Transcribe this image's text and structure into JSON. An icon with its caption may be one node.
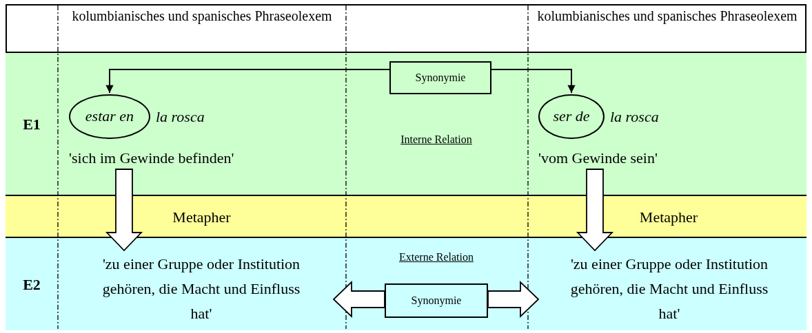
{
  "diagram": {
    "nodes": [
      {
        "text": [
          "E1"
        ]
      },
      {
        "text": [
          "estar en"
        ],
        "in": 0,
        "beside": [
          "la rosca"
        ]
      },
      {
        "text": [
          "'sich im Gewinde befinden'"
        ],
        "in": 0
      },
      {
        "text": [
          "Synonymie"
        ],
        "in": 0
      },
      {
        "text": [
          "ser de"
        ],
        "in": 0,
        "beside": [
          "la rosca"
        ]
      },
      {
        "text": [
          "'vom Gewinde sein'"
        ],
        "in": 0
      },
      {
        "text": [
          "Metapher",
          "Metapher"
        ]
      },
      {
        "text": [
          "E2"
        ]
      },
      {
        "text": [
          "'zu einer Gruppe oder Institution gehören, die Macht und Einfluss hat'"
        ],
        "in": 7
      },
      {
        "text": [
          "Synonymie"
        ],
        "in": 7
      },
      {
        "text": [
          "'zu einer Gruppe oder Institution gehören, die Macht und Einfluss hat'"
        ],
        "in": 7
      }
    ],
    "edges": [
      {
        "from": 3,
        "to": 1,
        "arrow": "to"
      },
      {
        "from": 3,
        "to": 4,
        "arrow": "to"
      },
      {
        "from": 2,
        "to": 8,
        "arrow": "to",
        "style": "thick"
      },
      {
        "from": 5,
        "to": 10,
        "arrow": "to",
        "style": "thick"
      },
      {
        "from": 9,
        "to": 8,
        "arrow": "to",
        "style": "thick"
      },
      {
        "from": 9,
        "to": 10,
        "arrow": "to",
        "style": "thick"
      }
    ],
    "labels": [
      "kolumbianisches und spanisches Phraseolexem",
      "kolumbianisches und spanisches Phraseolexem",
      "Interne Relation",
      "Externe Relation"
    ]
  }
}
